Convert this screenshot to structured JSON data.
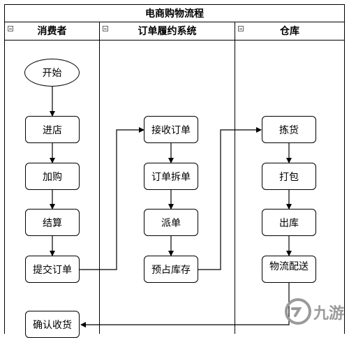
{
  "diagram": {
    "title": "电商购物流程",
    "lanes": [
      {
        "title": "消费者"
      },
      {
        "title": "订单履约系统"
      },
      {
        "title": "仓库"
      }
    ],
    "nodes": {
      "start": "开始",
      "enter_store": "进店",
      "add_cart": "加购",
      "checkout": "结算",
      "submit_order": "提交订单",
      "confirm_receipt": "确认收货",
      "receive_order": "接收订单",
      "split_order": "订单拆单",
      "dispatch": "派单",
      "reserve_stock": "预占库存",
      "pick": "拣货",
      "pack": "打包",
      "outbound": "出库",
      "partial_next": "物流配送"
    }
  },
  "watermark": {
    "text": "九游",
    "color": "#9a9a9a"
  }
}
